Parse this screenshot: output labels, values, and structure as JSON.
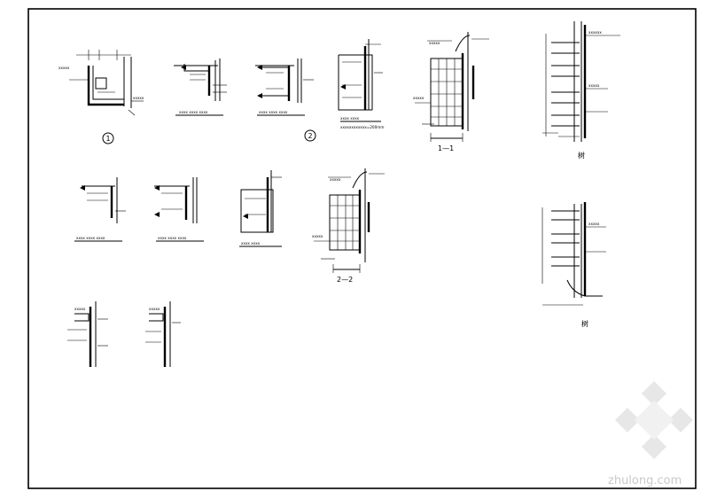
{
  "sheet": {
    "line_color": "#000000",
    "paper_color": "#ffffff"
  },
  "markers": {
    "m1": "1",
    "m2": "2"
  },
  "sections": {
    "s1": "1—1",
    "s2": "2—2"
  },
  "captions": {
    "c1": "树",
    "c2": "树"
  },
  "watermark": {
    "text": "zhulong.com",
    "color": "#c9c9c9"
  }
}
